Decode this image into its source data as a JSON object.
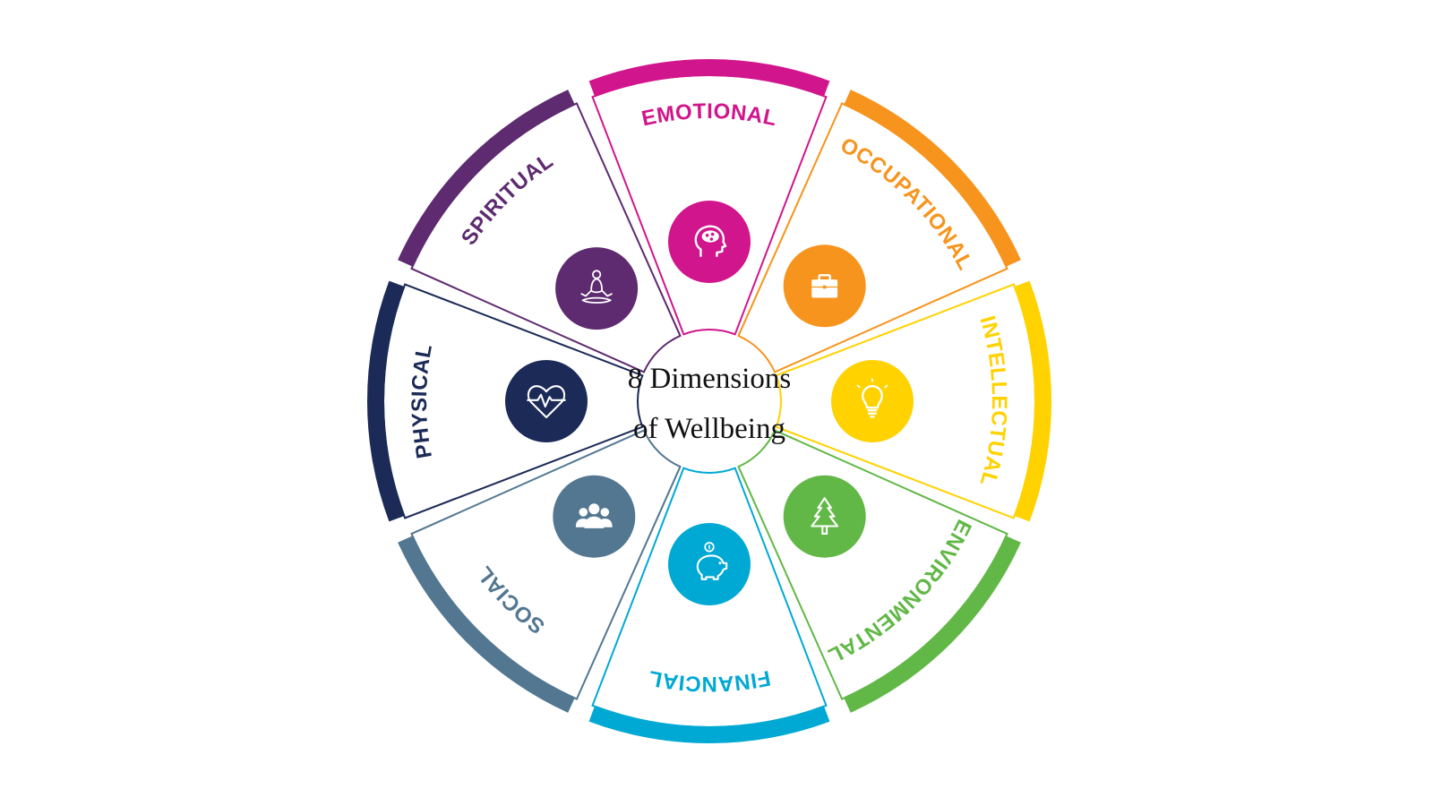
{
  "title": {
    "line1": "8 Dimensions",
    "line2": "of Wellbeing"
  },
  "dimensions": [
    {
      "key": "emotional",
      "label": "EMOTIONAL",
      "color": "#d1158c",
      "icon": "brain-head-icon"
    },
    {
      "key": "occupational",
      "label": "OCCUPATIONAL",
      "color": "#f7941d",
      "icon": "briefcase-icon"
    },
    {
      "key": "intellectual",
      "label": "INTELLECTUAL",
      "color": "#ffd200",
      "icon": "light-bulb-icon"
    },
    {
      "key": "environmental",
      "label": "ENVIRONMENTAL",
      "color": "#62b847",
      "icon": "tree-icon"
    },
    {
      "key": "financial",
      "label": "FINANCIAL",
      "color": "#00a9d4",
      "icon": "piggy-bank-icon"
    },
    {
      "key": "social",
      "label": "SOCIAL",
      "color": "#537791",
      "icon": "group-people-icon"
    },
    {
      "key": "physical",
      "label": "PHYSICAL",
      "color": "#1b2a57",
      "icon": "heart-pulse-icon"
    },
    {
      "key": "spiritual",
      "label": "SPIRITUAL",
      "color": "#5e2a70",
      "icon": "meditation-icon"
    }
  ]
}
